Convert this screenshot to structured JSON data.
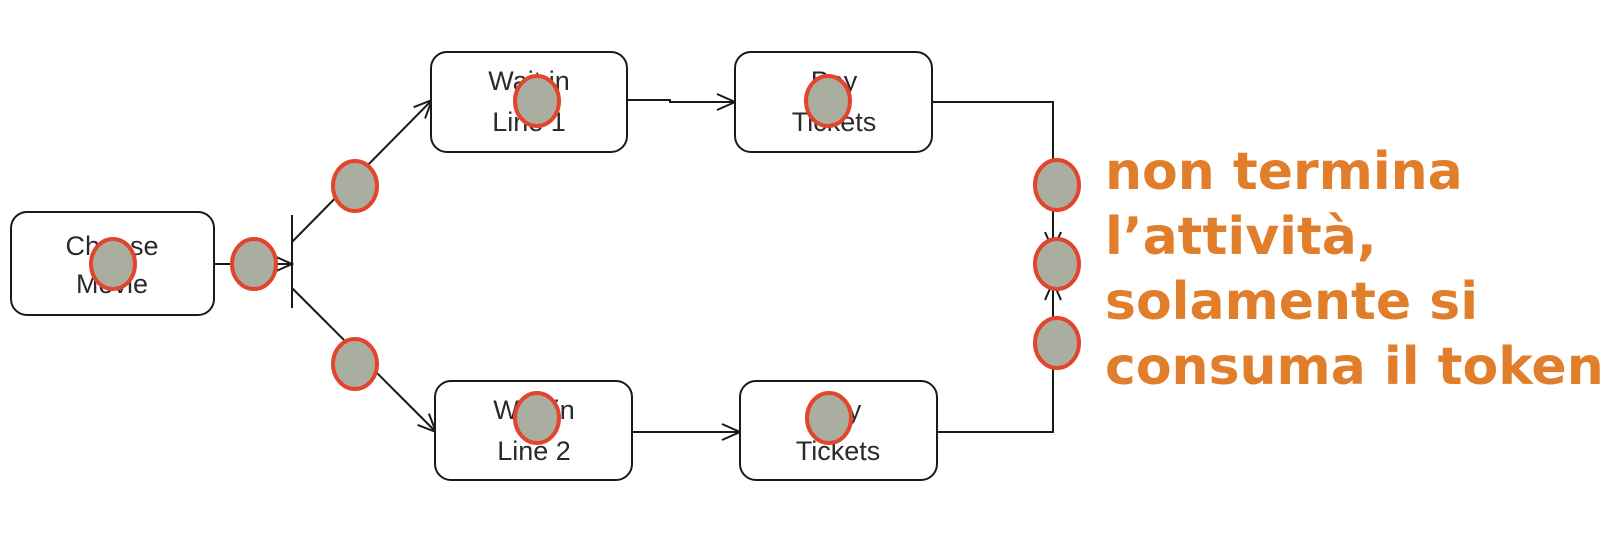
{
  "nodes": [
    {
      "id": "choose-movie",
      "lines": [
        "Choose",
        "Movie"
      ]
    },
    {
      "id": "wait-line-1",
      "lines": [
        "Wait in",
        "Line 1"
      ]
    },
    {
      "id": "pay-tickets-1",
      "lines": [
        "Pay",
        "Tickets"
      ]
    },
    {
      "id": "wait-line-2",
      "lines": [
        "Wait in",
        "Line 2"
      ]
    },
    {
      "id": "pay-tickets-2",
      "lines": [
        "Pay",
        "Tickets"
      ]
    }
  ],
  "annotation": {
    "lines": [
      "non termina",
      "l’attività,",
      "solamente si",
      "consuma il token"
    ]
  },
  "colors": {
    "token_fill": "#a9aea0",
    "token_stroke": "#e2452b",
    "annotation": "#e07e2c",
    "line": "#1a1a1a"
  }
}
